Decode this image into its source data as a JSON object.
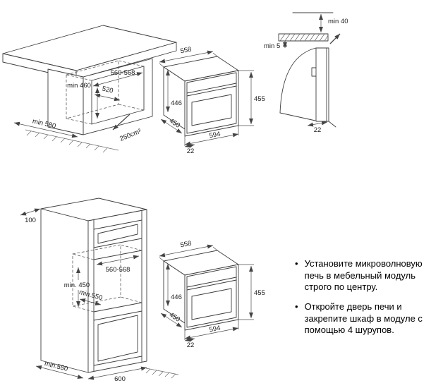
{
  "worktop_diagram": {
    "niche_width": "560-568",
    "niche_height": "min 460",
    "niche_depth": "520",
    "worktop_depth": "min 580",
    "vent_area": "250cm²"
  },
  "oven_diagram": {
    "body_width": "558",
    "inner_height": "446",
    "body_depth": "450",
    "front_height": "455",
    "front_width": "594",
    "overlap": "22"
  },
  "side_view": {
    "top_clearance": "min 40",
    "shelf_clearance": "min 5",
    "door_offset": "22"
  },
  "column_diagram": {
    "top_clearance": "100",
    "niche_width": "560-568",
    "niche_height": "min. 450",
    "niche_depth": "min.550",
    "base_depth": "min.550",
    "base_width": "600"
  },
  "instructions": {
    "bullet": "•",
    "items": [
      "Установите микроволновую печь в мебельный модуль строго по центру.",
      "Откройте дверь печи и закрепите шкаф в модуле с помощью 4 шурупов."
    ]
  }
}
